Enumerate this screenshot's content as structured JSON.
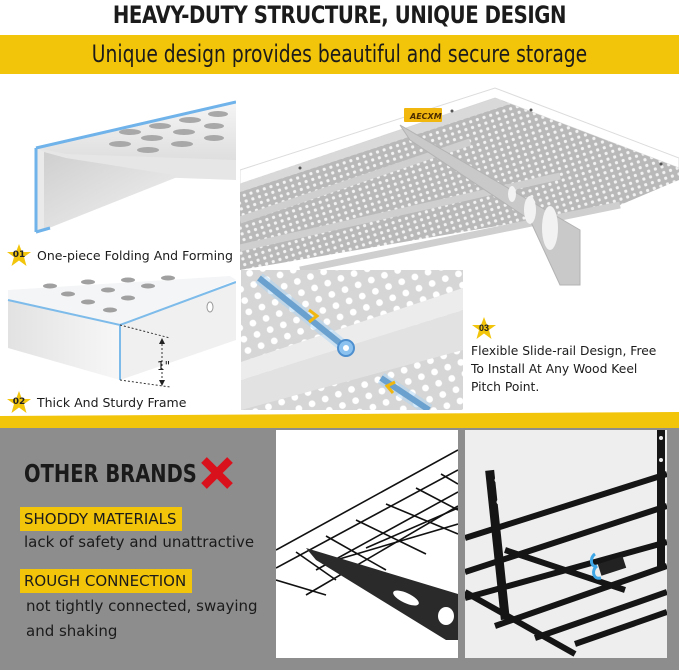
{
  "header": {
    "title": "HEAVY-DUTY STRUCTURE, UNIQUE DESIGN",
    "subtitle": "Unique design provides beautiful and secure storage"
  },
  "colors": {
    "accent_yellow": "#f2c40a",
    "panel_gray": "#8d8d8d",
    "highlight_blue": "#5fa8e0",
    "cross_red": "#d9111c"
  },
  "product": {
    "brand_label": "AECXM"
  },
  "features": [
    {
      "number": "01",
      "label": "One-piece Folding And Forming"
    },
    {
      "number": "02",
      "label": "Thick And Sturdy Frame",
      "dimension": "1\""
    },
    {
      "number": "03",
      "label": "Flexible Slide-rail Design, Free To Install At Any Wood Keel Pitch Point.",
      "lines": [
        "Flexible Slide-rail Design, Free",
        "To Install At Any Wood Keel",
        "Pitch Point."
      ]
    }
  ],
  "comparison": {
    "title": "OTHER BRANDS",
    "icon": "cross-icon",
    "points": [
      {
        "heading": "SHODDY MATERIALS",
        "description": "lack of safety and unattractive"
      },
      {
        "heading": "ROUGH CONNECTION",
        "description_lines": [
          "not tightly connected, swaying",
          "and shaking"
        ]
      }
    ]
  }
}
